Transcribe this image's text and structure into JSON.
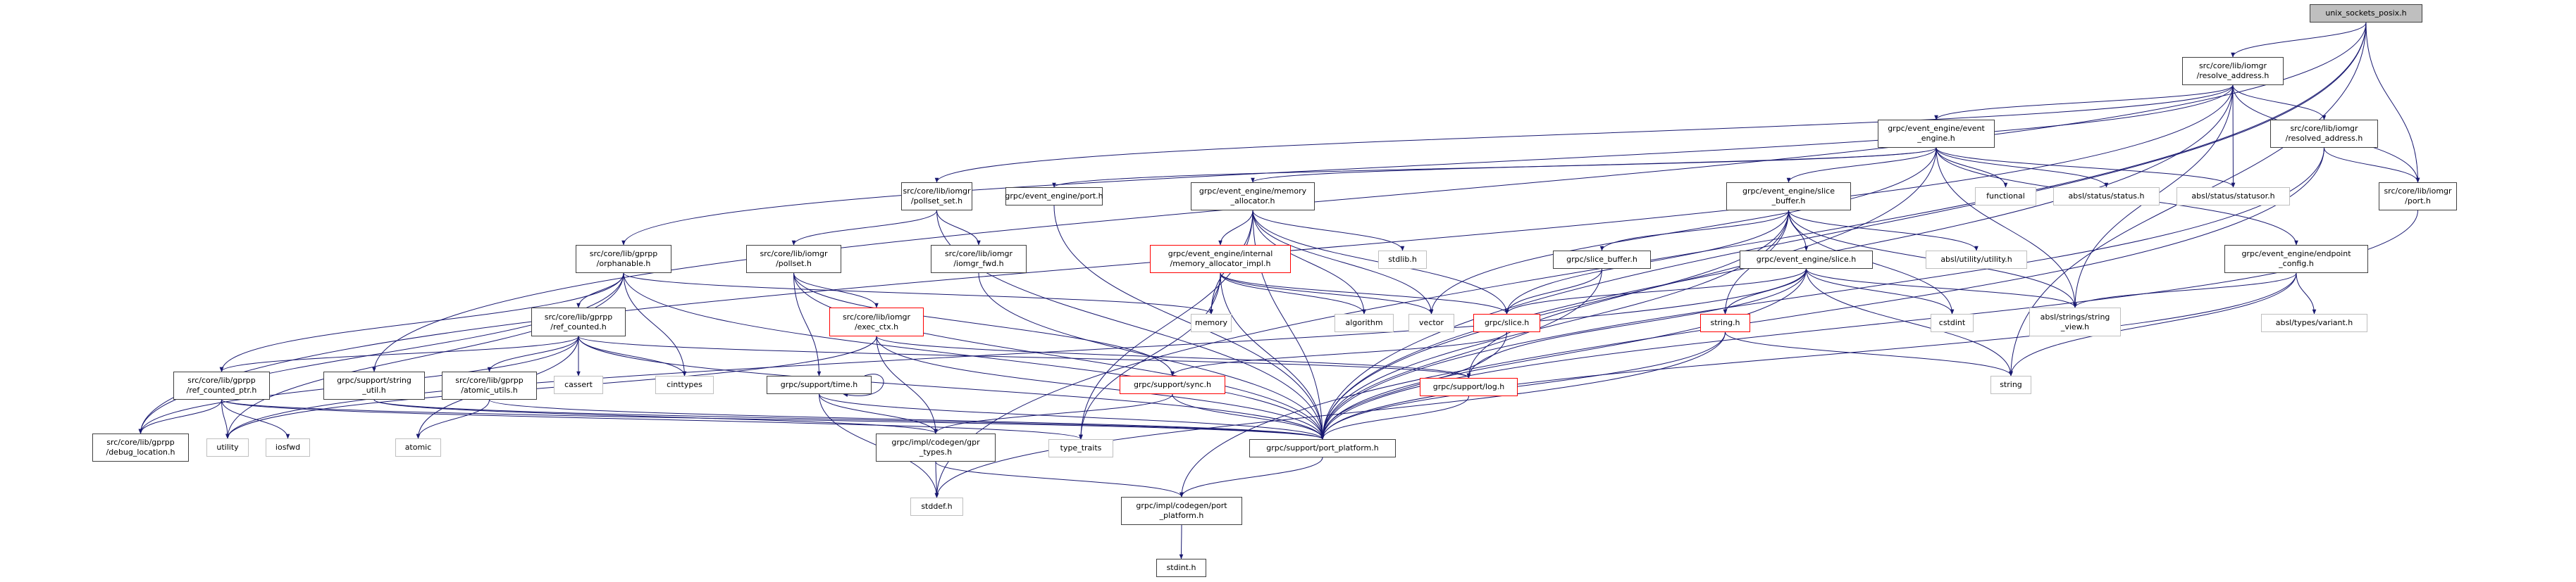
{
  "graph": {
    "title": "unix_sockets_posix.h include dependency graph",
    "edge_color": "#191970",
    "nodes": [
      {
        "id": "root",
        "label": "unix_sockets_posix.h",
        "kind": "root"
      },
      {
        "id": "resolve_address",
        "label": "src/core/lib/iomgr\n/resolve_address.h",
        "kind": "normal"
      },
      {
        "id": "event_engine",
        "label": "grpc/event_engine/event\n_engine.h",
        "kind": "normal"
      },
      {
        "id": "resolved_address",
        "label": "src/core/lib/iomgr\n/resolved_address.h",
        "kind": "normal"
      },
      {
        "id": "iomgr_port",
        "label": "src/core/lib/iomgr\n/port.h",
        "kind": "normal"
      },
      {
        "id": "functional",
        "label": "functional",
        "kind": "ext"
      },
      {
        "id": "status",
        "label": "absl/status/status.h",
        "kind": "ext"
      },
      {
        "id": "statusor",
        "label": "absl/status/statusor.h",
        "kind": "ext"
      },
      {
        "id": "pollset_set",
        "label": "src/core/lib/iomgr\n/pollset_set.h",
        "kind": "normal"
      },
      {
        "id": "ee_port",
        "label": "grpc/event_engine/port.h",
        "kind": "normal"
      },
      {
        "id": "memory_allocator",
        "label": "grpc/event_engine/memory\n_allocator.h",
        "kind": "normal"
      },
      {
        "id": "ee_slice_buffer",
        "label": "grpc/event_engine/slice\n_buffer.h",
        "kind": "normal"
      },
      {
        "id": "orphanable",
        "label": "src/core/lib/gprpp\n/orphanable.h",
        "kind": "normal"
      },
      {
        "id": "pollset",
        "label": "src/core/lib/iomgr\n/pollset.h",
        "kind": "normal"
      },
      {
        "id": "iomgr_fwd",
        "label": "src/core/lib/iomgr\n/iomgr_fwd.h",
        "kind": "normal"
      },
      {
        "id": "memory_allocator_impl",
        "label": "grpc/event_engine/internal\n/memory_allocator_impl.h",
        "kind": "red"
      },
      {
        "id": "stdlib",
        "label": "stdlib.h",
        "kind": "ext"
      },
      {
        "id": "grpc_slice_buffer",
        "label": "grpc/slice_buffer.h",
        "kind": "normal"
      },
      {
        "id": "ee_slice",
        "label": "grpc/event_engine/slice.h",
        "kind": "normal"
      },
      {
        "id": "absl_utility",
        "label": "absl/utility/utility.h",
        "kind": "ext"
      },
      {
        "id": "endpoint_config",
        "label": "grpc/event_engine/endpoint\n_config.h",
        "kind": "normal"
      },
      {
        "id": "ref_counted",
        "label": "src/core/lib/gprpp\n/ref_counted.h",
        "kind": "normal"
      },
      {
        "id": "exec_ctx",
        "label": "src/core/lib/iomgr\n/exec_ctx.h",
        "kind": "red"
      },
      {
        "id": "memory",
        "label": "memory",
        "kind": "ext"
      },
      {
        "id": "algorithm",
        "label": "algorithm",
        "kind": "ext"
      },
      {
        "id": "vector",
        "label": "vector",
        "kind": "ext"
      },
      {
        "id": "grpc_slice",
        "label": "grpc/slice.h",
        "kind": "red"
      },
      {
        "id": "string_h",
        "label": "string.h",
        "kind": "red"
      },
      {
        "id": "cstdint",
        "label": "cstdint",
        "kind": "ext"
      },
      {
        "id": "string_view",
        "label": "absl/strings/string\n_view.h",
        "kind": "ext"
      },
      {
        "id": "variant",
        "label": "absl/types/variant.h",
        "kind": "ext"
      },
      {
        "id": "ref_counted_ptr",
        "label": "src/core/lib/gprpp\n/ref_counted_ptr.h",
        "kind": "normal"
      },
      {
        "id": "string_util",
        "label": "grpc/support/string\n_util.h",
        "kind": "normal"
      },
      {
        "id": "atomic_utils",
        "label": "src/core/lib/gprpp\n/atomic_utils.h",
        "kind": "normal"
      },
      {
        "id": "cassert",
        "label": "cassert",
        "kind": "ext"
      },
      {
        "id": "cinttypes",
        "label": "cinttypes",
        "kind": "ext"
      },
      {
        "id": "time",
        "label": "grpc/support/time.h",
        "kind": "normal"
      },
      {
        "id": "sync",
        "label": "grpc/support/sync.h",
        "kind": "red"
      },
      {
        "id": "log",
        "label": "grpc/support/log.h",
        "kind": "red"
      },
      {
        "id": "string",
        "label": "string",
        "kind": "ext"
      },
      {
        "id": "debug_location",
        "label": "src/core/lib/gprpp\n/debug_location.h",
        "kind": "normal"
      },
      {
        "id": "utility",
        "label": "utility",
        "kind": "ext"
      },
      {
        "id": "iosfwd",
        "label": "iosfwd",
        "kind": "ext"
      },
      {
        "id": "atomic",
        "label": "atomic",
        "kind": "ext"
      },
      {
        "id": "gpr_types",
        "label": "grpc/impl/codegen/gpr\n_types.h",
        "kind": "normal"
      },
      {
        "id": "type_traits",
        "label": "type_traits",
        "kind": "ext"
      },
      {
        "id": "port_platform",
        "label": "grpc/support/port_platform.h",
        "kind": "normal"
      },
      {
        "id": "stddef",
        "label": "stddef.h",
        "kind": "ext"
      },
      {
        "id": "codegen_port_platform",
        "label": "grpc/impl/codegen/port\n_platform.h",
        "kind": "normal"
      },
      {
        "id": "stdint",
        "label": "stdint.h",
        "kind": "normal"
      }
    ],
    "edges": [
      [
        "root",
        "resolve_address"
      ],
      [
        "root",
        "iomgr_port"
      ],
      [
        "root",
        "port_platform"
      ],
      [
        "root",
        "string"
      ],
      [
        "root",
        "string_util"
      ],
      [
        "root",
        "stddef"
      ],
      [
        "resolve_address",
        "event_engine"
      ],
      [
        "resolve_address",
        "resolved_address"
      ],
      [
        "resolve_address",
        "iomgr_port"
      ],
      [
        "resolve_address",
        "statusor"
      ],
      [
        "resolve_address",
        "orphanable"
      ],
      [
        "resolve_address",
        "pollset_set"
      ],
      [
        "resolve_address",
        "port_platform"
      ],
      [
        "resolve_address",
        "string_view"
      ],
      [
        "resolve_address",
        "debug_location"
      ],
      [
        "event_engine",
        "functional"
      ],
      [
        "event_engine",
        "status"
      ],
      [
        "event_engine",
        "statusor"
      ],
      [
        "event_engine",
        "ee_slice_buffer"
      ],
      [
        "event_engine",
        "memory_allocator"
      ],
      [
        "event_engine",
        "ee_port"
      ],
      [
        "event_engine",
        "endpoint_config"
      ],
      [
        "event_engine",
        "vector"
      ],
      [
        "event_engine",
        "port_platform"
      ],
      [
        "event_engine",
        "string_view"
      ],
      [
        "resolved_address",
        "iomgr_port"
      ],
      [
        "resolved_address",
        "port_platform"
      ],
      [
        "resolved_address",
        "codegen_port_platform"
      ],
      [
        "iomgr_port",
        "port_platform"
      ],
      [
        "pollset_set",
        "pollset"
      ],
      [
        "pollset_set",
        "iomgr_fwd"
      ],
      [
        "pollset_set",
        "port_platform"
      ],
      [
        "ee_port",
        "port_platform"
      ],
      [
        "memory_allocator",
        "memory_allocator_impl"
      ],
      [
        "memory_allocator",
        "memory"
      ],
      [
        "memory_allocator",
        "stdlib"
      ],
      [
        "memory_allocator",
        "algorithm"
      ],
      [
        "memory_allocator",
        "vector"
      ],
      [
        "memory_allocator",
        "grpc_slice"
      ],
      [
        "memory_allocator",
        "type_traits"
      ],
      [
        "memory_allocator",
        "port_platform"
      ],
      [
        "ee_slice_buffer",
        "grpc_slice_buffer"
      ],
      [
        "ee_slice_buffer",
        "ee_slice"
      ],
      [
        "ee_slice_buffer",
        "absl_utility"
      ],
      [
        "ee_slice_buffer",
        "cstdint"
      ],
      [
        "ee_slice_buffer",
        "string_h"
      ],
      [
        "ee_slice_buffer",
        "grpc_slice"
      ],
      [
        "ee_slice_buffer",
        "string_view"
      ],
      [
        "ee_slice_buffer",
        "log"
      ],
      [
        "ee_slice_buffer",
        "port_platform"
      ],
      [
        "orphanable",
        "ref_counted"
      ],
      [
        "orphanable",
        "ref_counted_ptr"
      ],
      [
        "orphanable",
        "debug_location"
      ],
      [
        "orphanable",
        "memory"
      ],
      [
        "orphanable",
        "cinttypes"
      ],
      [
        "orphanable",
        "utility"
      ],
      [
        "orphanable",
        "port_platform"
      ],
      [
        "pollset",
        "exec_ctx"
      ],
      [
        "pollset",
        "time"
      ],
      [
        "pollset",
        "sync"
      ],
      [
        "pollset",
        "port_platform"
      ],
      [
        "iomgr_fwd",
        "port_platform"
      ],
      [
        "memory_allocator_impl",
        "memory"
      ],
      [
        "memory_allocator_impl",
        "algorithm"
      ],
      [
        "memory_allocator_impl",
        "vector"
      ],
      [
        "memory_allocator_impl",
        "grpc_slice"
      ],
      [
        "memory_allocator_impl",
        "type_traits"
      ],
      [
        "memory_allocator_impl",
        "port_platform"
      ],
      [
        "grpc_slice_buffer",
        "grpc_slice"
      ],
      [
        "grpc_slice_buffer",
        "port_platform"
      ],
      [
        "ee_slice",
        "grpc_slice"
      ],
      [
        "ee_slice",
        "string_h"
      ],
      [
        "ee_slice",
        "cstdint"
      ],
      [
        "ee_slice",
        "string"
      ],
      [
        "ee_slice",
        "string_view"
      ],
      [
        "ee_slice",
        "log"
      ],
      [
        "ee_slice",
        "port_platform"
      ],
      [
        "ee_slice",
        "utility"
      ],
      [
        "endpoint_config",
        "string_view"
      ],
      [
        "endpoint_config",
        "variant"
      ],
      [
        "endpoint_config",
        "string"
      ],
      [
        "endpoint_config",
        "port_platform"
      ],
      [
        "ref_counted",
        "ref_counted_ptr"
      ],
      [
        "ref_counted",
        "atomic_utils"
      ],
      [
        "ref_counted",
        "cassert"
      ],
      [
        "ref_counted",
        "cinttypes"
      ],
      [
        "ref_counted",
        "debug_location"
      ],
      [
        "ref_counted",
        "atomic"
      ],
      [
        "ref_counted",
        "log"
      ],
      [
        "ref_counted",
        "port_platform"
      ],
      [
        "exec_ctx",
        "gpr_types"
      ],
      [
        "exec_ctx",
        "utility"
      ],
      [
        "exec_ctx",
        "log"
      ],
      [
        "exec_ctx",
        "port_platform"
      ],
      [
        "grpc_slice",
        "sync"
      ],
      [
        "grpc_slice",
        "port_platform"
      ],
      [
        "string_h",
        "string"
      ],
      [
        "string_h",
        "stddef"
      ],
      [
        "string_h",
        "port_platform"
      ],
      [
        "ref_counted_ptr",
        "debug_location"
      ],
      [
        "ref_counted_ptr",
        "utility"
      ],
      [
        "ref_counted_ptr",
        "iosfwd"
      ],
      [
        "ref_counted_ptr",
        "type_traits"
      ],
      [
        "ref_counted_ptr",
        "port_platform"
      ],
      [
        "string_util",
        "gpr_types"
      ],
      [
        "string_util",
        "port_platform"
      ],
      [
        "atomic_utils",
        "atomic"
      ],
      [
        "atomic_utils",
        "port_platform"
      ],
      [
        "time",
        "time"
      ],
      [
        "time",
        "gpr_types"
      ],
      [
        "time",
        "stddef"
      ],
      [
        "time",
        "port_platform"
      ],
      [
        "sync",
        "gpr_types"
      ],
      [
        "sync",
        "port_platform"
      ],
      [
        "log",
        "port_platform"
      ],
      [
        "gpr_types",
        "stddef"
      ],
      [
        "gpr_types",
        "codegen_port_platform"
      ],
      [
        "port_platform",
        "codegen_port_platform"
      ],
      [
        "codegen_port_platform",
        "stdint"
      ]
    ]
  }
}
